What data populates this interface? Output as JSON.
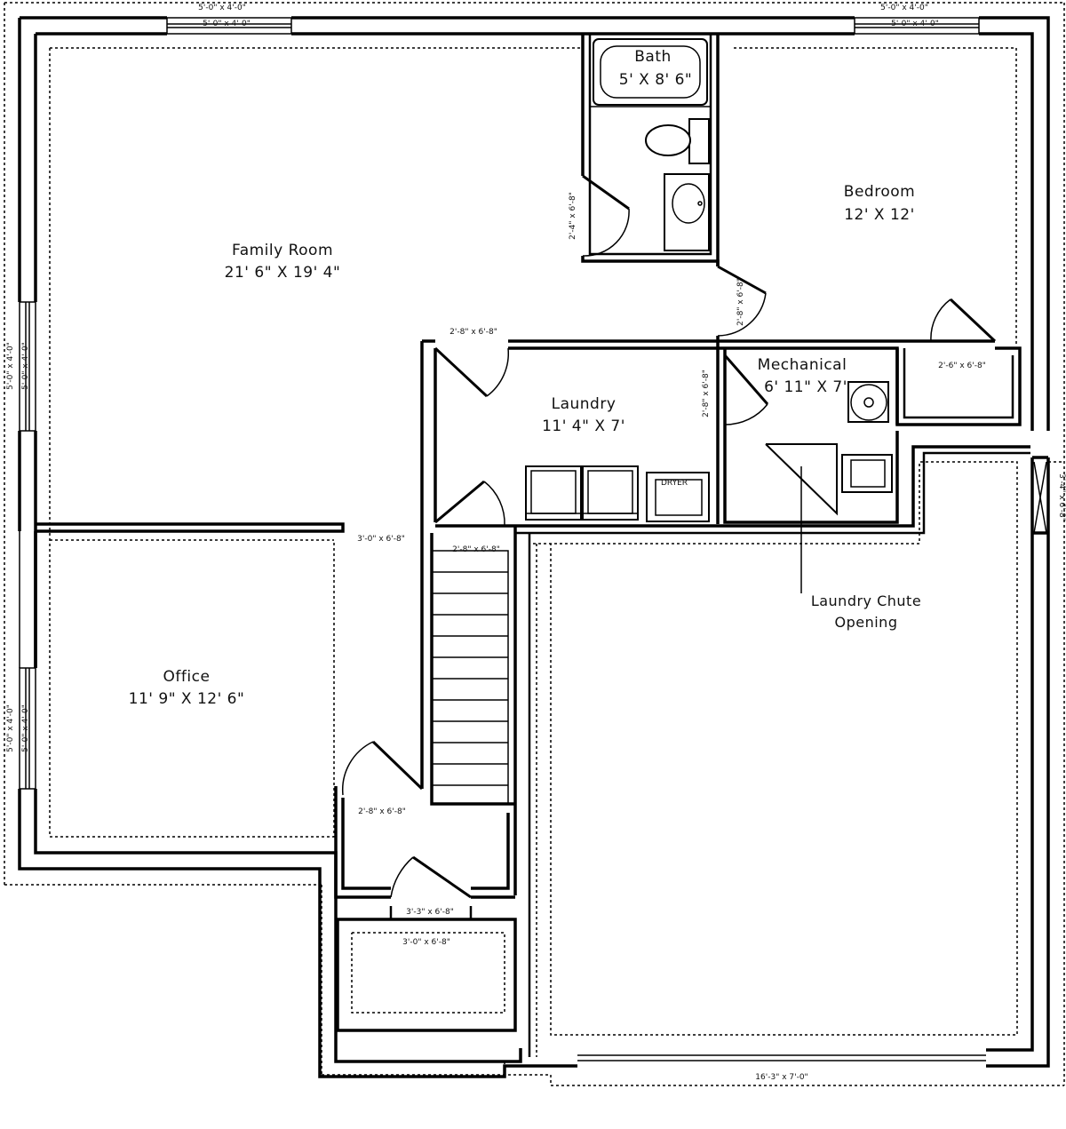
{
  "rooms": {
    "family_room": {
      "name": "Family Room",
      "dims": "21' 6\" X 19' 4\""
    },
    "bath": {
      "name": "Bath",
      "dims": "5' X 8' 6\""
    },
    "bedroom": {
      "name": "Bedroom",
      "dims": "12' X 12'"
    },
    "mechanical": {
      "name": "Mechanical",
      "dims": "6' 11\" X 7'"
    },
    "laundry": {
      "name": "Laundry",
      "dims": "11' 4\" X 7'"
    },
    "office": {
      "name": "Office",
      "dims": "11' 9\" X 12' 6\""
    }
  },
  "annotations": {
    "laundry_chute_line1": "Laundry Chute",
    "laundry_chute_line2": "Opening"
  },
  "door_labels": {
    "bath_door": "2'-4\" x 6'-8\"",
    "bedroom_door": "2'-8\" x 6'-8\"",
    "laundry_door_top": "2'-8\" x 6'-8\"",
    "mechanical_door": "2'-8\" x 6'-8\"",
    "bedroom_closet": "2'-6\" x 6'-8\"",
    "office_opening": "3'-0\" x 6'-8\"",
    "stair_door": "2'-8\" x 6'-8\"",
    "office_door": "2'-8\" x 6'-8\"",
    "entry_door": "3'-3\" x 6'-8\"",
    "entry_opening": "3'-0\" x 6'-8\"",
    "garage_door": "16'-3\" x 7'-0\""
  },
  "window_labels": {
    "top_left_outer": "5'-0\" x 4'-0\"",
    "top_left_inner": "5'-0\" x 4'-0\"",
    "top_right_outer": "5'-0\" x 4'-0\"",
    "top_right_inner": "5'-0\" x 4'-0\"",
    "left_mid_outer": "5'-0\" x 4'-0\"",
    "left_mid_inner": "5'-0\" x 4'-0\"",
    "left_low_outer": "5'-0\" x 4'-0\"",
    "left_low_inner": "5'-0\" x 4'-0\"",
    "right_side": "3'-4\" x 6'-8\""
  },
  "fixtures": {
    "dryer_label": "DRYER"
  }
}
